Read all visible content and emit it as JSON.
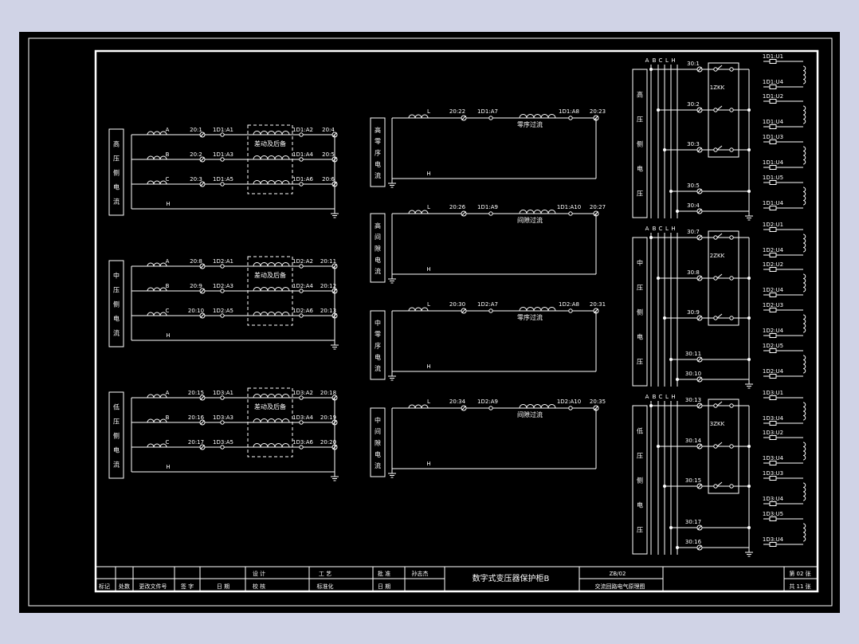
{
  "colors": {
    "page": "#d0d3e6",
    "sheet": "#000000",
    "line": "#ffffff"
  },
  "current_groups": [
    {
      "side_label": [
        "高",
        "压",
        "侧",
        "电",
        "流"
      ],
      "phases": [
        "A",
        "B",
        "C"
      ],
      "neutral": "H",
      "terminals": [
        "20:1",
        "20:2",
        "20:3"
      ],
      "ct_terms": [
        "1D1:A1",
        "1D1:A3",
        "1D1:A5"
      ],
      "out_ct": [
        "1D1:A2",
        "1D1:A4",
        "1D1:A6"
      ],
      "out_terms": [
        "20:4",
        "20:5",
        "20:6"
      ],
      "box_label": "差动及后备"
    },
    {
      "side_label": [
        "中",
        "压",
        "侧",
        "电",
        "流"
      ],
      "phases": [
        "A",
        "B",
        "C"
      ],
      "neutral": "H",
      "terminals": [
        "20:8",
        "20:9",
        "20:10"
      ],
      "ct_terms": [
        "1D2:A1",
        "1D2:A3",
        "1D2:A5"
      ],
      "out_ct": [
        "1D2:A2",
        "1D2:A4",
        "1D2:A6"
      ],
      "out_terms": [
        "20:11",
        "20:12",
        "20:13"
      ],
      "box_label": "差动及后备"
    },
    {
      "side_label": [
        "低",
        "压",
        "侧",
        "电",
        "流"
      ],
      "phases": [
        "A",
        "B",
        "C"
      ],
      "neutral": "H",
      "terminals": [
        "20:15",
        "20:16",
        "20:17"
      ],
      "ct_terms": [
        "1D3:A1",
        "1D3:A3",
        "1D3:A5"
      ],
      "out_ct": [
        "1D3:A2",
        "1D3:A4",
        "1D3:A6"
      ],
      "out_terms": [
        "20:18",
        "20:19",
        "20:20"
      ],
      "box_label": "差动及后备"
    }
  ],
  "zero_groups": [
    {
      "side_label": [
        "高",
        "零",
        "序",
        "电",
        "流"
      ],
      "line_label": "L",
      "neutral": "H",
      "t1": "20:22",
      "t2": "1D1:A7",
      "t3": "1D1:A8",
      "t4": "20:23",
      "coil_label": "零序过流"
    },
    {
      "side_label": [
        "高",
        "间",
        "隙",
        "电",
        "流"
      ],
      "line_label": "L",
      "neutral": "H",
      "t1": "20:26",
      "t2": "1D1:A9",
      "t3": "1D1:A10",
      "t4": "20:27",
      "coil_label": "间隙过流"
    },
    {
      "side_label": [
        "中",
        "零",
        "序",
        "电",
        "流"
      ],
      "line_label": "L",
      "neutral": "H",
      "t1": "20:30",
      "t2": "1D2:A7",
      "t3": "1D2:A8",
      "t4": "20:31",
      "coil_label": "零序过流"
    },
    {
      "side_label": [
        "中",
        "间",
        "隙",
        "电",
        "流"
      ],
      "line_label": "L",
      "neutral": "H",
      "t1": "20:34",
      "t2": "1D2:A9",
      "t3": "1D2:A10",
      "t4": "20:35",
      "coil_label": "间隙过流"
    }
  ],
  "voltage_groups": [
    {
      "side_label": [
        "高",
        "压",
        "侧",
        "电",
        "压"
      ],
      "bus_labels": [
        "A",
        "B",
        "C",
        "L",
        "H"
      ],
      "breaker": "1ZKK",
      "terms": [
        "30:1",
        "30:2",
        "30:3",
        "30:5",
        "30:4"
      ],
      "outs": [
        "1D1:U1",
        "1D1:U4",
        "1D1:U2",
        "1D1:U4",
        "1D1:U3",
        "1D1:U4",
        "1D1:U5",
        "1D1:U4"
      ]
    },
    {
      "side_label": [
        "中",
        "压",
        "侧",
        "电",
        "压"
      ],
      "bus_labels": [
        "A",
        "B",
        "C",
        "L",
        "H"
      ],
      "breaker": "2ZKK",
      "terms": [
        "30:7",
        "30:8",
        "30:9",
        "30:11",
        "30:10"
      ],
      "outs": [
        "1D2:U1",
        "1D2:U4",
        "1D2:U2",
        "1D2:U4",
        "1D2:U3",
        "1D2:U4",
        "1D2:U5",
        "1D2:U4"
      ]
    },
    {
      "side_label": [
        "低",
        "压",
        "侧",
        "电",
        "压"
      ],
      "bus_labels": [
        "A",
        "B",
        "C",
        "L",
        "H"
      ],
      "breaker": "3ZKK",
      "terms": [
        "30:13",
        "30:14",
        "30:15",
        "30:17",
        "30:16"
      ],
      "outs": [
        "1D3:U1",
        "1D3:U4",
        "1D3:U2",
        "1D3:U4",
        "1D3:U3",
        "1D3:U4",
        "1D3:U5",
        "1D3:U4"
      ]
    }
  ],
  "title_block": {
    "mark": "标记",
    "count": "处数",
    "change_doc": "更改文件号",
    "sign": "签 字",
    "date": "日 期",
    "design": "设 计",
    "check": "校 核",
    "craft": "工 艺",
    "standard": "标准化",
    "approve": "批 准",
    "date2": "日 期",
    "approver": "孙志杰",
    "title": "数字式变压器保护柜B",
    "drawing_no": "ZB/02",
    "subtitle": "交流回路电气原理图",
    "sheet_no": "第 02 张",
    "sheet_total": "共 11 张"
  }
}
